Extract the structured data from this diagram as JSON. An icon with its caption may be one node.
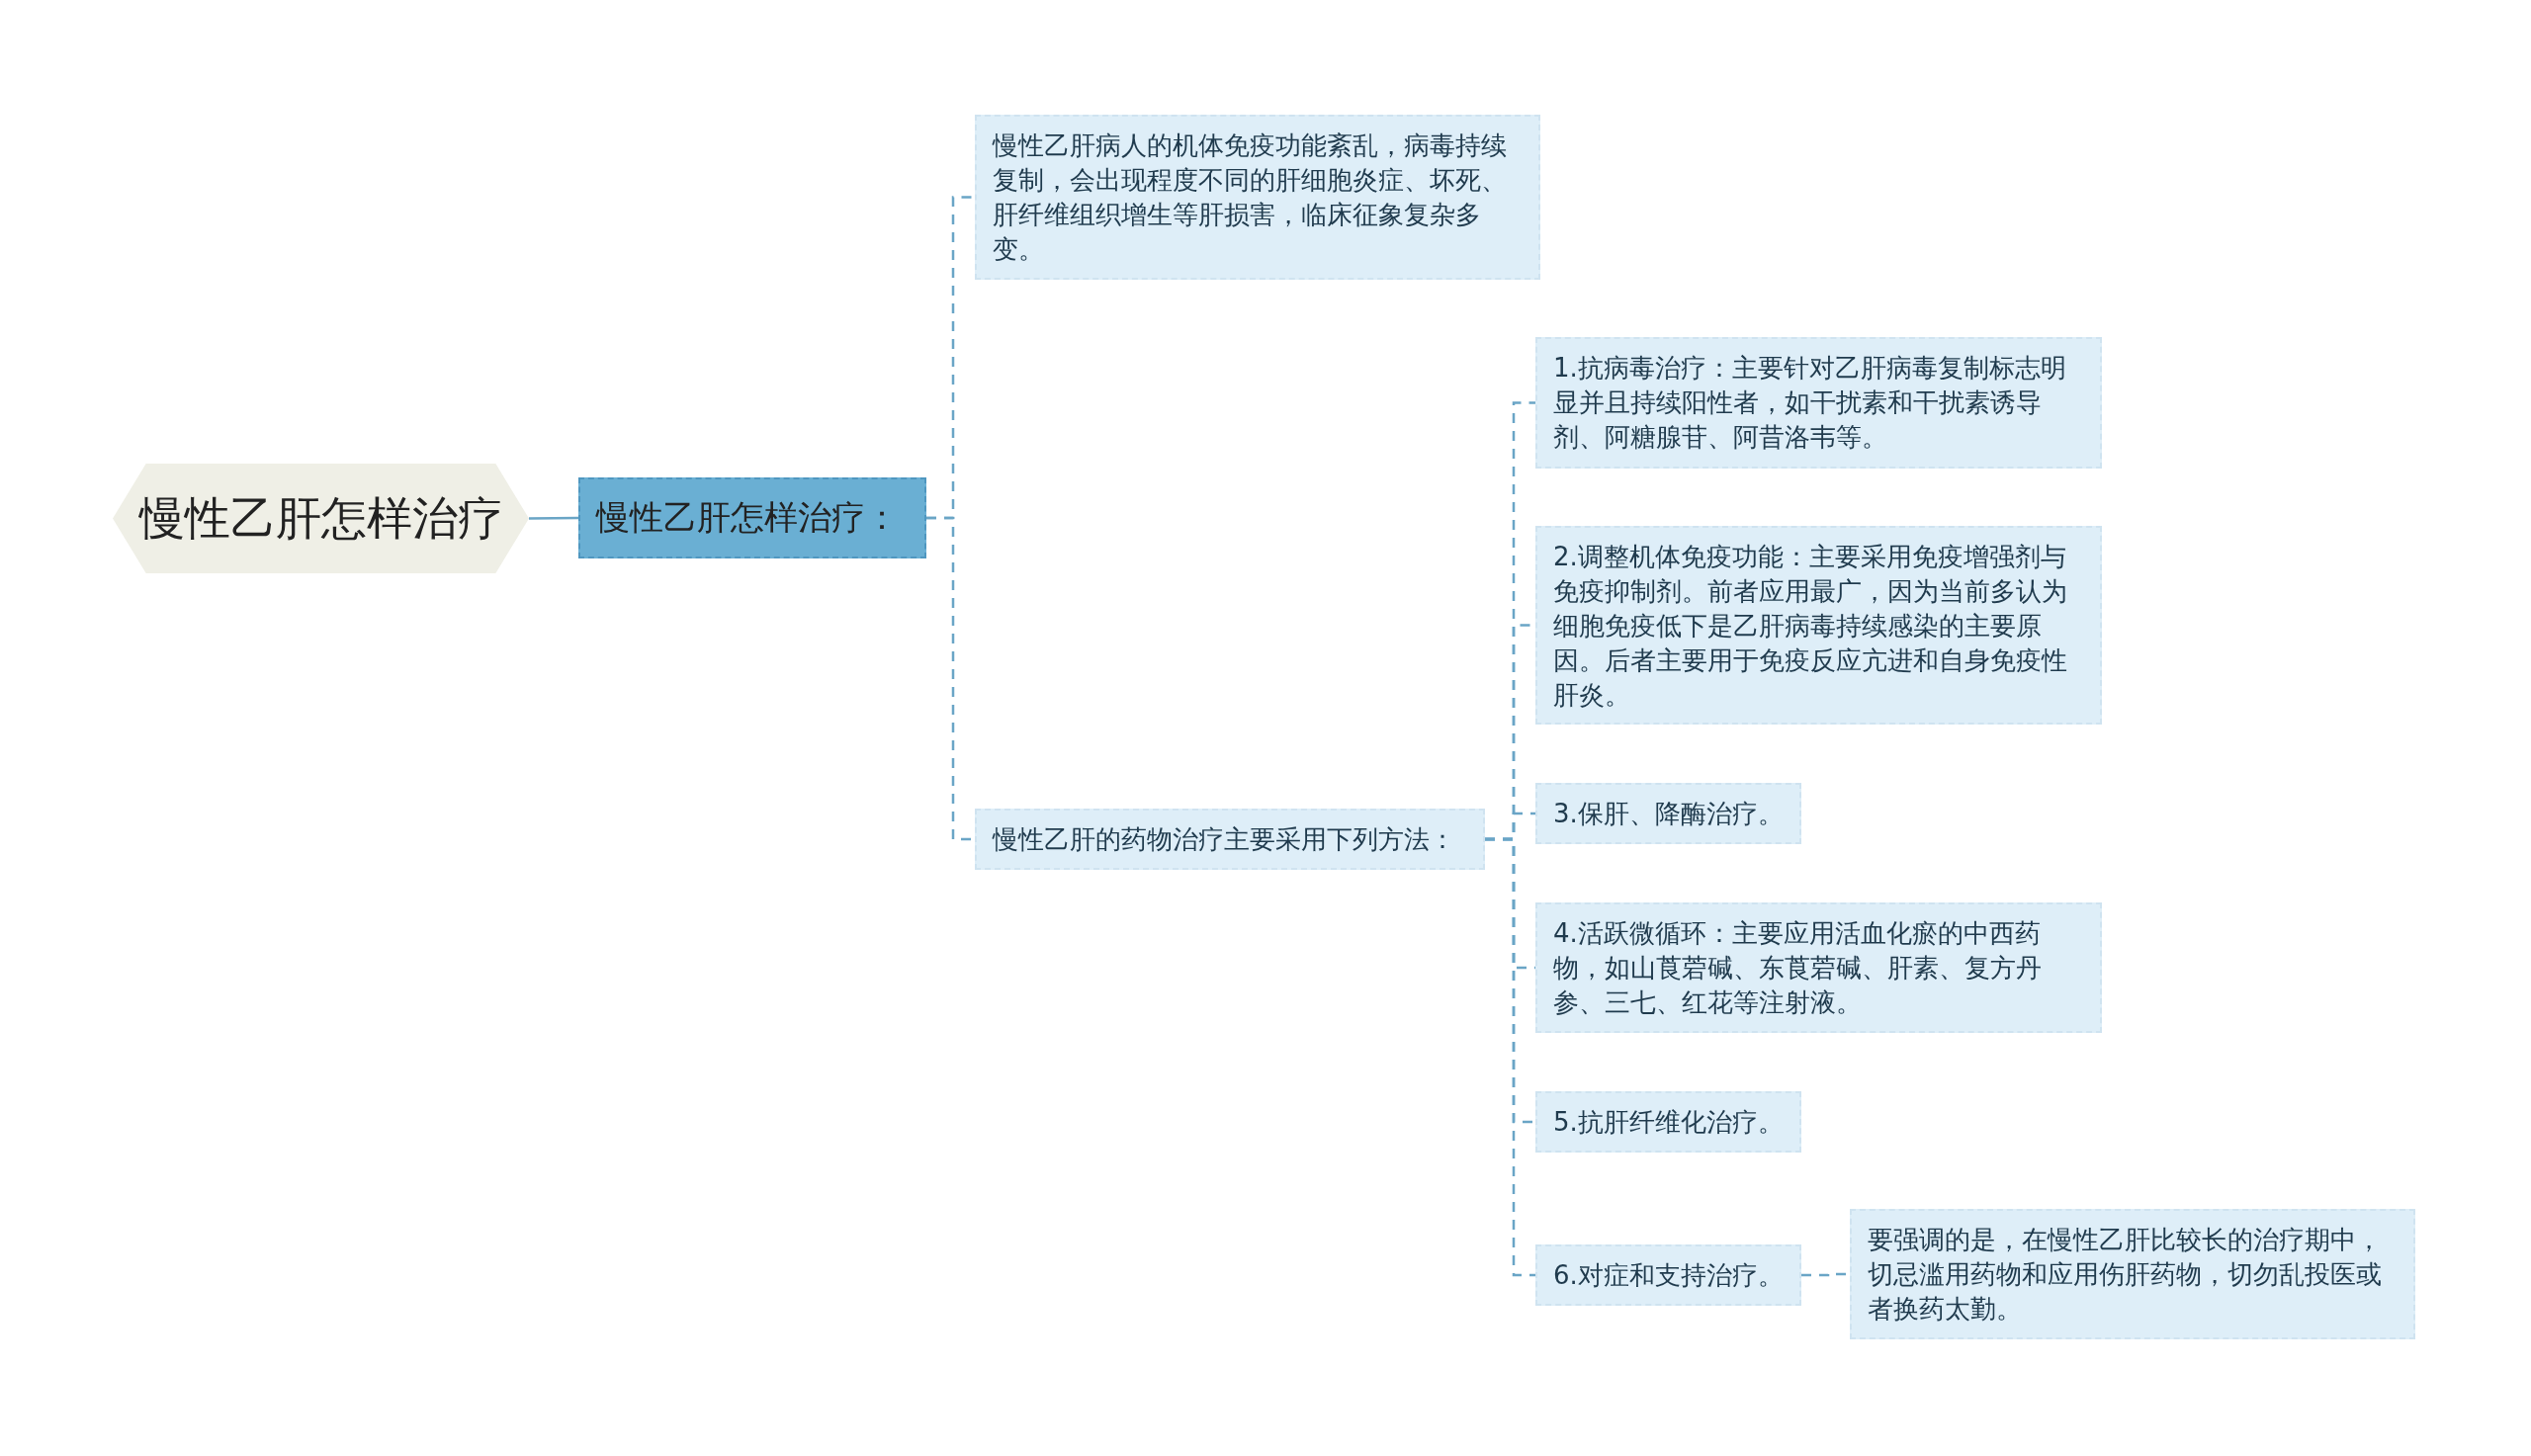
{
  "diagram": {
    "nodes": [
      {
        "text": [
          "慢性乙肝怎样治疗"
        ]
      },
      {
        "text": [
          "慢性乙肝怎样治疗："
        ]
      },
      {
        "text": [
          "慢性乙肝病人的机体免疫功能紊乱，病毒持续复制，会出现程度不同的肝细胞炎症、坏死、肝纤维组织增生等肝损害，临床征象复杂多变。"
        ]
      },
      {
        "text": [
          "慢性乙肝的药物治疗主要采用下列方法："
        ]
      },
      {
        "text": [
          "1.抗病毒治疗：主要针对乙肝病毒复制标志明显并且持续阳性者，如干扰素和干扰素诱导剂、阿糖腺苷、阿昔洛韦等。"
        ]
      },
      {
        "text": [
          "2.调整机体免疫功能：主要采用免疫增强剂与免疫抑制剂。前者应用最广，因为当前多认为细胞免疫低下是乙肝病毒持续感染的主要原因。后者主要用于免疫反应亢进和自身免疫性肝炎。"
        ]
      },
      {
        "text": [
          "3.保肝、降酶治疗。"
        ]
      },
      {
        "text": [
          "4.活跃微循环：主要应用活血化瘀的中西药物，如山莨菪碱、东莨菪碱、肝素、复方丹参、三七、红花等注射液。"
        ]
      },
      {
        "text": [
          "5.抗肝纤维化治疗。"
        ]
      },
      {
        "text": [
          "6.对症和支持治疗。"
        ]
      },
      {
        "text": [
          "要强调的是，在慢性乙肝比较长的治疗期中，切忌滥用药物和应用伤肝药物，切勿乱投医或者换药太勤。"
        ]
      }
    ],
    "edges": [
      {
        "from": 0,
        "to": 1,
        "arrow": "none"
      },
      {
        "from": 1,
        "to": 2,
        "arrow": "none",
        "style": "dashed"
      },
      {
        "from": 1,
        "to": 3,
        "arrow": "none",
        "style": "dashed"
      },
      {
        "from": 3,
        "to": 4,
        "arrow": "none",
        "style": "dashed"
      },
      {
        "from": 3,
        "to": 5,
        "arrow": "none",
        "style": "dashed"
      },
      {
        "from": 3,
        "to": 6,
        "arrow": "none",
        "style": "dashed"
      },
      {
        "from": 3,
        "to": 7,
        "arrow": "none",
        "style": "dashed"
      },
      {
        "from": 3,
        "to": 8,
        "arrow": "none",
        "style": "dashed"
      },
      {
        "from": 3,
        "to": 9,
        "arrow": "none",
        "style": "dashed"
      },
      {
        "from": 9,
        "to": 10,
        "arrow": "none",
        "style": "dashed"
      }
    ]
  }
}
